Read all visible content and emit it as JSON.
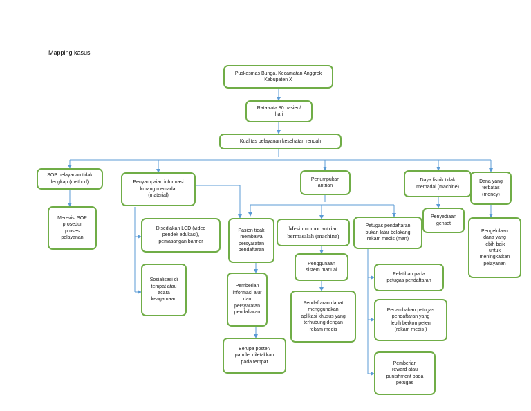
{
  "title": "Mapping kasus",
  "colors": {
    "border": "#70ad47",
    "connector": "#5b9bd5"
  },
  "nodes": {
    "root": "Puskesmas Bunga, Kecamatan Anggrek\nKabupaten X",
    "patients": "Rata-rata 80 pasien/\nhari",
    "quality": "Kualitas pelayanan kesehatan rendah",
    "sop": "SOP pelayanan tidak\nlengkap (method)",
    "info": "Penyampaian informasi\nkurang memadai\n(material)",
    "queue": "Penumpukan\nantrian",
    "power": "Daya listrik tidak\nmemadai (machine)",
    "funds": "Dana yang\nterbatas\n(money)",
    "revise_sop": "Merevisi SOP\nprosedur\nproses\npelayanan",
    "lcd": "Disediakan LCD (video\npendek edukasi),\npemasangan banner",
    "socialization": "Sosialisasi di\ntempat atau\nacara\nkeagamaan",
    "patients_unready": "Pasien tidak\nmembawa\npersyaratan\npendaftaran",
    "machine_broken": "Mesin nomor antrian\nbermasalah (machine)",
    "staff_bg": "Petugas pendaftaran\nbukan latar belakang\nrekam medis (man)",
    "genset": "Penyediaan\ngenset",
    "fund_mgmt": "Pengelolaan\ndana yang\nlebih baik\nuntuk\nmeningkatkan\npelayanan",
    "give_info": "Pemberian\ninformasi alur\ndan\npersyaratan\npendaftaran",
    "poster": "Berupa poster/\npamflet diletakkan\npada tempat",
    "manual": "Penggunaan\nsistem manual",
    "online_reg": "Pendaftaran dapat\nmenggunakan\naplikasi khusus yang\nterhubung dengan\nrekam medis",
    "training": "Pelatihan pada\npetugas pendaftaran",
    "add_staff": "Penambahan petugas\npendaftaran yang\nlebih berkompeten\n(rekam medis )",
    "reward": "Pemberian\nreward atau\npunishment pada\npetugas"
  }
}
